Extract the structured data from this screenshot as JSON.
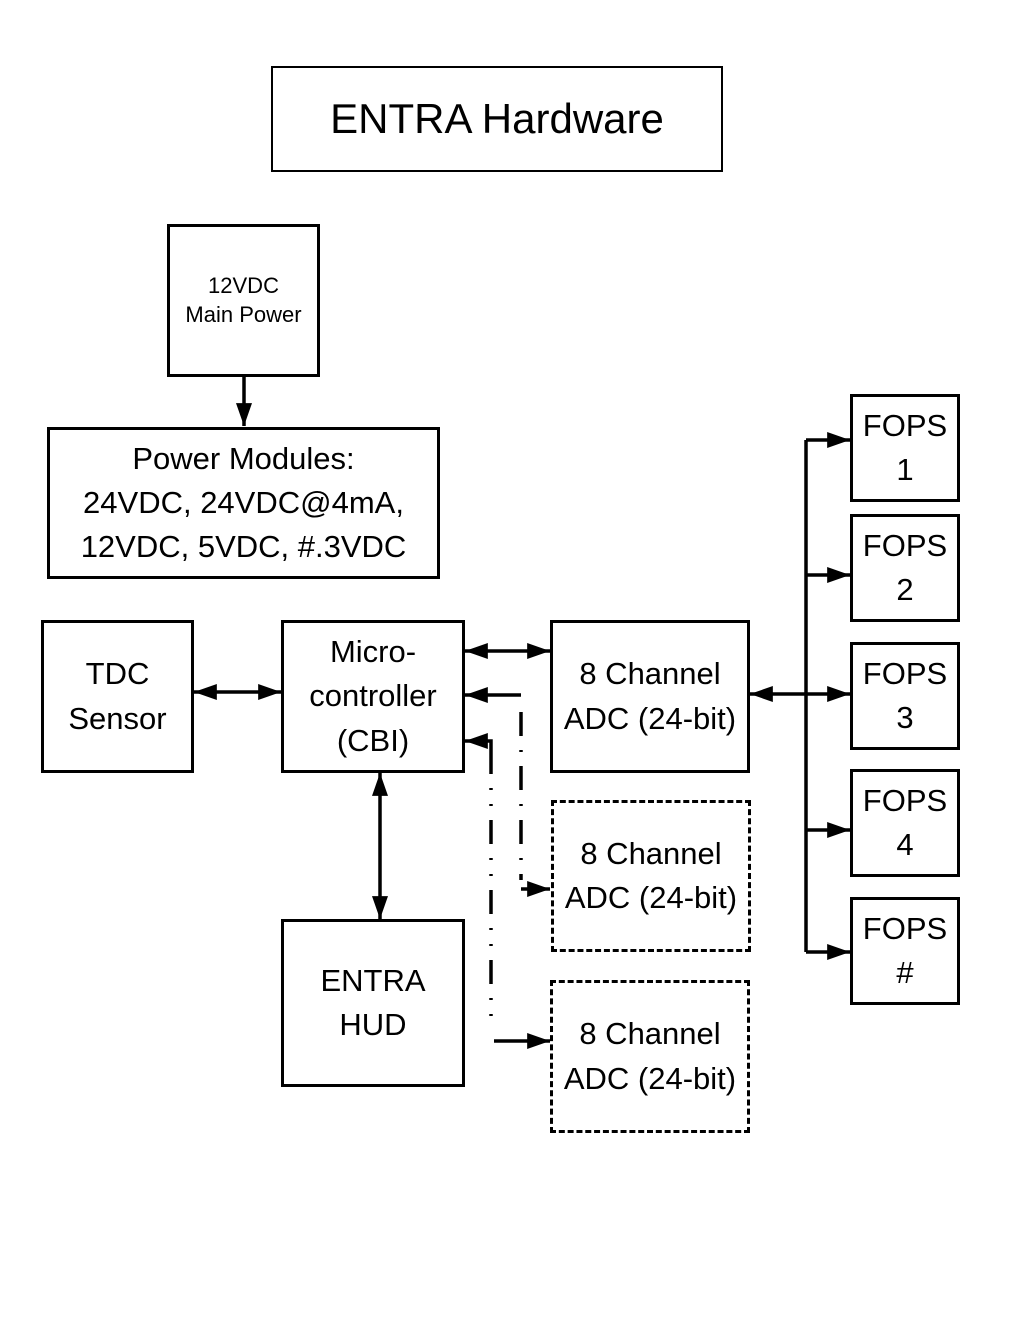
{
  "title": "ENTRA Hardware",
  "nodes": {
    "main_power": [
      "12VDC",
      "Main Power"
    ],
    "power_modules": [
      "Power Modules:",
      "24VDC, 24VDC@4mA,",
      "12VDC, 5VDC, #.3VDC"
    ],
    "tdc_sensor": [
      "TDC",
      "Sensor"
    ],
    "microcontroller": [
      "Micro-",
      "controller",
      "(CBI)"
    ],
    "adc_1": [
      "8 Channel",
      "ADC (24-bit)"
    ],
    "adc_2": [
      "8 Channel",
      "ADC (24-bit)"
    ],
    "adc_3": [
      "8 Channel",
      "ADC (24-bit)"
    ],
    "hud": [
      "ENTRA",
      "HUD"
    ],
    "fops": [
      [
        "FOPS",
        "1"
      ],
      [
        "FOPS",
        "2"
      ],
      [
        "FOPS",
        "3"
      ],
      [
        "FOPS",
        "4"
      ],
      [
        "FOPS",
        "#"
      ]
    ]
  },
  "edges": [
    {
      "from": "main_power",
      "to": "power_modules",
      "style": "solid",
      "direction": "forward"
    },
    {
      "from": "tdc_sensor",
      "to": "microcontroller",
      "style": "solid",
      "direction": "both"
    },
    {
      "from": "microcontroller",
      "to": "adc_1",
      "style": "solid",
      "direction": "both"
    },
    {
      "from": "adc_2",
      "to": "microcontroller",
      "style": "dash-dot",
      "direction": "both"
    },
    {
      "from": "adc_3",
      "to": "microcontroller",
      "style": "dash-dot",
      "direction": "both"
    },
    {
      "from": "microcontroller",
      "to": "hud",
      "style": "solid",
      "direction": "both"
    },
    {
      "from": "adc_1",
      "to": "fops",
      "style": "solid",
      "direction": "bus"
    }
  ],
  "optional_nodes": [
    "adc_2",
    "adc_3"
  ]
}
